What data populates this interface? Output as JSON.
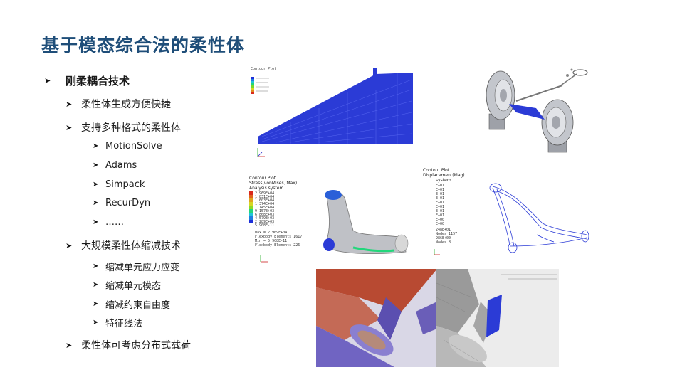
{
  "slide": {
    "title": "基于模态综合法的柔性体"
  },
  "bullets": {
    "main": "刚柔耦合技术",
    "sub1": "柔性体生成方便快捷",
    "sub2": "支持多种格式的柔性体",
    "formats": [
      "MotionSolve",
      "Adams",
      "Simpack",
      "RecurDyn",
      "……"
    ],
    "sub3": "大规模柔性体缩减技术",
    "reduction": [
      "缩减单元应力应变",
      "缩减单元模态",
      "缩减约束自由度",
      "特征线法"
    ],
    "sub4": "柔性体可考虑分布式载荷"
  },
  "panels": {
    "contour_label": "Contour Plot",
    "stress_label": "Stress(vonMises, Max)",
    "analysis_label": "Analysis system",
    "displacement_label": "Displacement(Mag)",
    "system_label": "system",
    "control_arm_max": "Max = 2.969E+04",
    "control_arm_min": "Min = 5.908E-11",
    "control_arm_elements_1": "Flexbody Elements 1617",
    "control_arm_elements_2": "Flexbody Elements 226",
    "nodes_1": "Nodes 1157",
    "nodes_2": "Nodes 8",
    "legend_values": [
      "2.969E+04",
      "1.831E+04",
      "1.603E+04",
      "1.374E+04",
      "1.145E+04",
      "9.157E+03",
      "6.868E+03",
      "4.579E+03",
      "2.289E+03",
      "5.908E-11"
    ],
    "disp_values": [
      "E+01",
      "E+01",
      "E+01",
      "E+01",
      "E+01",
      "E+01",
      "E+01",
      "E+01",
      "E+00",
      "E+00"
    ],
    "disp_bottom": [
      "248E+01",
      "986E+00"
    ]
  },
  "colors": {
    "title": "#1f4e79",
    "mesh_blue": "#2b3bd6",
    "part_grey": "#b9bcc4",
    "fuselage_purple": "#8a7fd0",
    "wing_red": "#b84a32"
  }
}
